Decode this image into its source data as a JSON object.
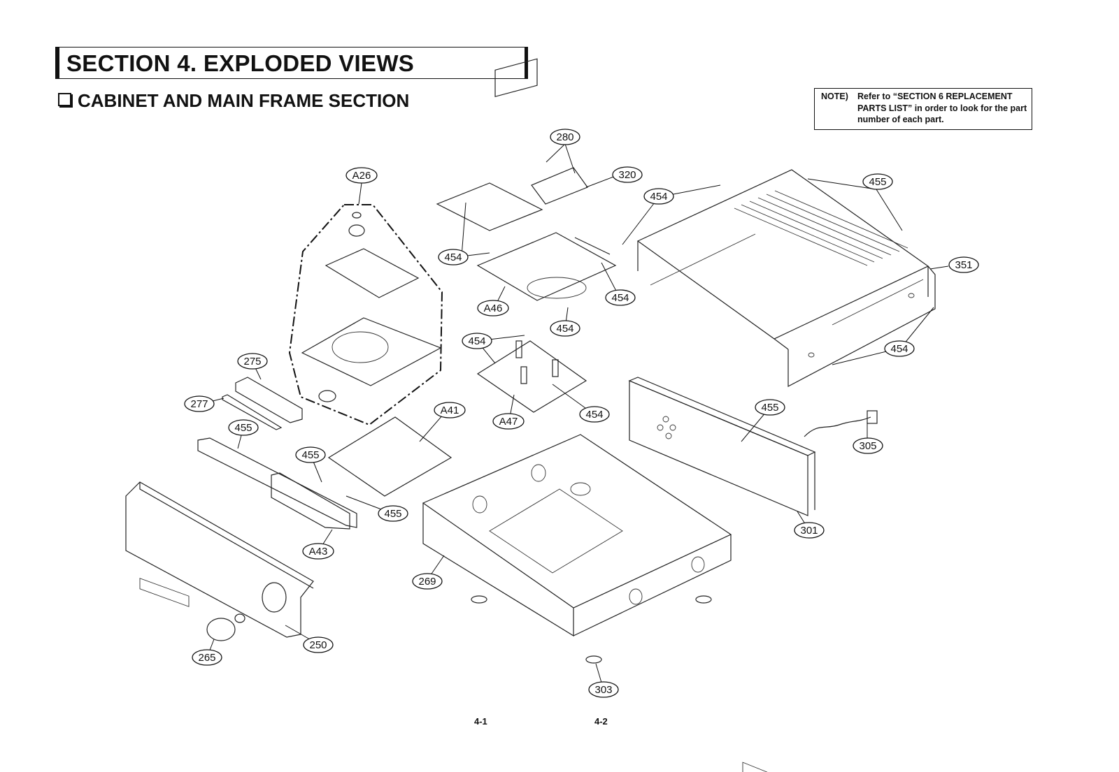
{
  "header": {
    "section_title": "SECTION 4. EXPLODED VIEWS",
    "subtitle": "CABINET AND MAIN FRAME SECTION"
  },
  "note": {
    "label": "NOTE)",
    "text": "Refer to “SECTION 6 REPLACEMENT PARTS LIST” in order to look for the part number of each part."
  },
  "callouts": [
    "280",
    "320",
    "A26",
    "454",
    "455",
    "351",
    "454",
    "454",
    "A46",
    "454",
    "454",
    "275",
    "277",
    "455",
    "A41",
    "454",
    "A47",
    "454",
    "455",
    "305",
    "455",
    "455",
    "A43",
    "301",
    "269",
    "250",
    "265",
    "303"
  ],
  "page_numbers": {
    "left": "4-1",
    "right": "4-2"
  }
}
